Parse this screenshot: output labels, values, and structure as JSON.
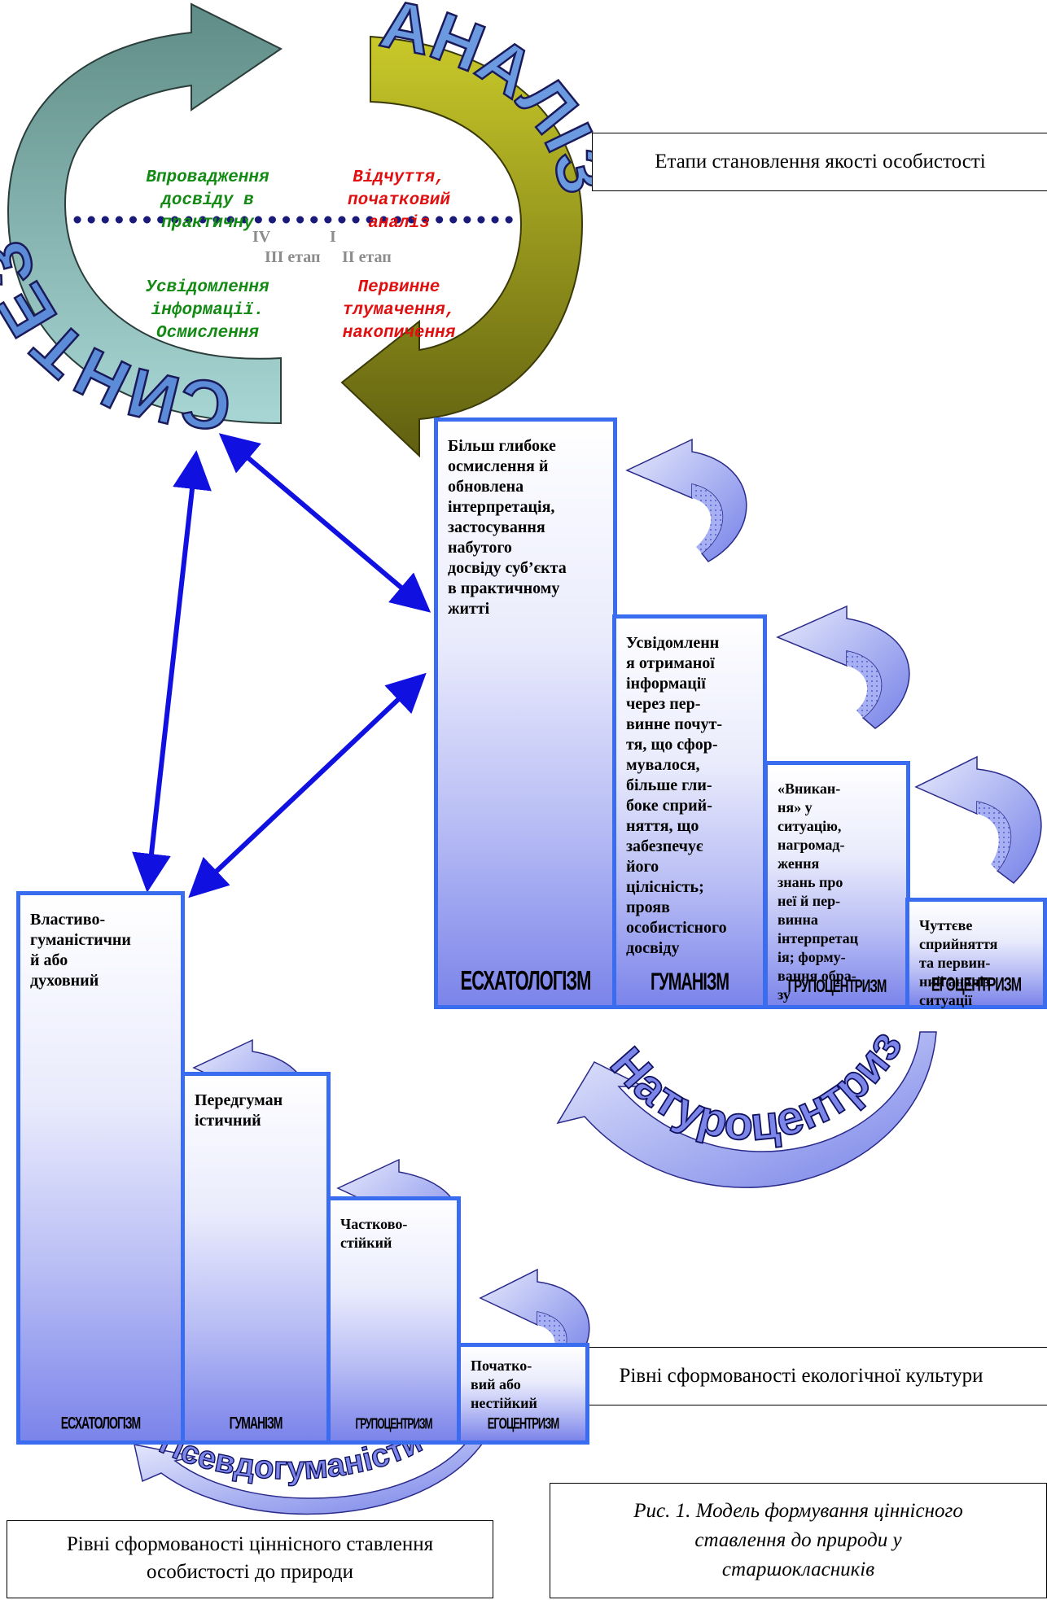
{
  "cycle": {
    "left_word": "СИНТЕЗ",
    "right_word": "АНАЛІЗ",
    "quadrants": {
      "top_left": "Впровадження\nдосвіду в\nпрактичну",
      "top_right": "Відчуття,\nпочатковий\nаналіз",
      "bottom_left": "Усвідомлення\nінформації.\nОсмислення",
      "bottom_right": "Первинне\nтлумачення,\nнакопичення"
    },
    "stages": {
      "iv": "IV",
      "i": "I",
      "iii": "III етап",
      "ii": "II етап"
    },
    "colors": {
      "left_arrow": "#6f9f9a",
      "right_arrow": "#b8b814",
      "green_text": "#138a13",
      "red_text": "#e01010"
    }
  },
  "stages_box": {
    "label": "Етапи становлення якості особистості"
  },
  "eco_staircase": {
    "columns": [
      {
        "text": "Більш глибоке\nосмислення й\nобновлена\nінтерпретація,\nзастосування\nнабутого\nдосвіду суб’єкта\nв практичному\nжитті",
        "label": "ЕСХАТОЛОГІЗМ"
      },
      {
        "text": "Усвідомленн\nя отриманої\nінформації\nчерез пер-\nвинне почут-\nтя, що сфор-\nмувалося,\nбільше гли-\nбоке сприй-\nняття, що\nзабезпечує\nйого\nцілісність;\nпрояв\nособистісного\nдосвіду",
        "label": "ГУМАНІЗМ"
      },
      {
        "text": "«Вникан-\nня» у\nситуацію,\nнагромад-\nження\nзнань про\nнеї й пер-\nвинна\nінтерпретац\nія; форму-\nвання обра-\nзу",
        "label": "ГРУПОЦЕНТРИЗМ"
      },
      {
        "text": "Чуттєве\nсприйняття\nта первин-\nний аналіз\nситуації",
        "label": "ЕГОЦЕНТРИЗМ"
      }
    ],
    "base_word": "Натуроцентризм"
  },
  "eco_box": {
    "label": "Рівні сформованості екологічної культури"
  },
  "value_staircase": {
    "columns": [
      {
        "text": "Властиво-\nгуманістични\nй або\nдуховний",
        "label": "ЕСХАТОЛОГІЗМ"
      },
      {
        "text": "Передгуман\nістичний",
        "label": "ГУМАНІЗМ"
      },
      {
        "text": "Частково-\nстійкий",
        "label": "ГРУПОЦЕНТРИЗМ"
      },
      {
        "text": "Початко-\nвий або\nнестійкий",
        "label": "ЕГОЦЕНТРИЗМ"
      }
    ],
    "base_word": "Псевдогуманістичний"
  },
  "value_box": {
    "label": "Рівні сформованості ціннісного ставлення\nособистості до природи"
  },
  "caption": {
    "text": "Рис. 1. Модель формування ціннісного\nставлення до природи у\nстаршокласників"
  },
  "colors": {
    "column_border": "#3a6cf0",
    "arrow_blue": "#1010e0",
    "curl_fill": "#aab4f2"
  }
}
